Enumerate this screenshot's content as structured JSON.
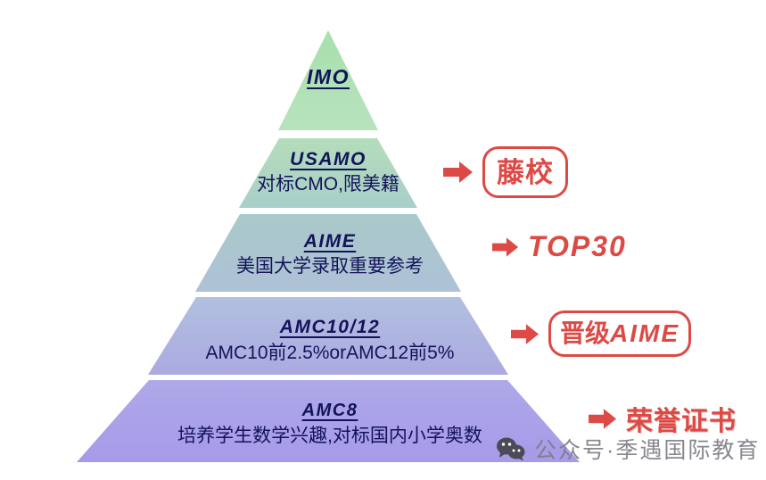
{
  "diagram": {
    "type": "pyramid",
    "title": "AMC Math Competition Pathway Pyramid",
    "tiers": [
      {
        "id": "imo",
        "title": "IMO",
        "subtitle": "",
        "fill_top": "#a9e0ae",
        "fill_bottom": "#b6e0bb"
      },
      {
        "id": "usamo",
        "title": "USAMO",
        "subtitle": "对标CMO,限美籍",
        "fill_top": "#b2ddb9",
        "fill_bottom": "#a9cfc8"
      },
      {
        "id": "aime",
        "title": "AIME",
        "subtitle": "美国大学录取重要参考",
        "fill_top": "#aacac8",
        "fill_bottom": "#aec0d6"
      },
      {
        "id": "amc10-12",
        "title": "AMC10/12",
        "subtitle": "AMC10前2.5%orAMC12前5%",
        "fill_top": "#b0bfdf",
        "fill_bottom": "#aba8e0"
      },
      {
        "id": "amc8",
        "title": "AMC8",
        "subtitle": "培养学生数学兴趣,对标国内小学奥数",
        "fill_top": "#ada8e8",
        "fill_bottom": "#a79ae8"
      }
    ]
  },
  "annotations": [
    {
      "id": "ivy",
      "icon": "arrow-right-icon",
      "label": "藤校",
      "boxed": true
    },
    {
      "id": "top30",
      "icon": "arrow-right-icon",
      "label": "TOP30",
      "boxed": false
    },
    {
      "id": "aime-qualify",
      "icon": "arrow-right-icon",
      "label_cjk": "晋级",
      "label_latin": "AIME",
      "label": "晋级AIME",
      "boxed": true
    },
    {
      "id": "certificate",
      "icon": "arrow-right-icon",
      "label": "荣誉证书",
      "boxed": false
    }
  ],
  "watermark": {
    "icon": "wechat-icon",
    "text": "公众号·季遇国际教育"
  },
  "colors": {
    "accent_red": "#dd4a46",
    "text_navy": "#13135a",
    "watermark_gray": "#7d7d86",
    "background": "#ffffff"
  }
}
